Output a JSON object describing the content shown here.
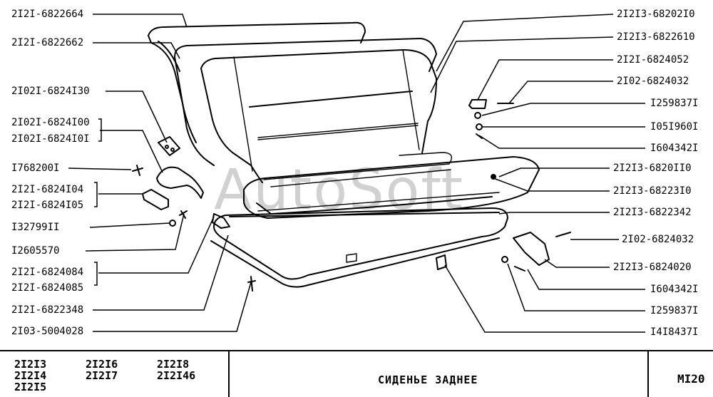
{
  "watermark": "AutoSoft",
  "labels_left": [
    {
      "id": "l1",
      "text": "2I2I-6822664"
    },
    {
      "id": "l2",
      "text": "2I2I-6822662"
    },
    {
      "id": "l3",
      "text": "2I02I-6824I30"
    },
    {
      "id": "l4",
      "text": "2I02I-6824I00"
    },
    {
      "id": "l5",
      "text": "2I02I-6824I0I"
    },
    {
      "id": "l6",
      "text": "I768200I"
    },
    {
      "id": "l7",
      "text": "2I2I-6824I04"
    },
    {
      "id": "l8",
      "text": "2I2I-6824I05"
    },
    {
      "id": "l9",
      "text": "I32799II"
    },
    {
      "id": "l10",
      "text": "I2605570"
    },
    {
      "id": "l11",
      "text": "2I2I-6824084"
    },
    {
      "id": "l12",
      "text": "2I2I-6824085"
    },
    {
      "id": "l13",
      "text": "2I2I-6822348"
    },
    {
      "id": "l14",
      "text": "2I03-5004028"
    }
  ],
  "labels_right": [
    {
      "id": "r1",
      "text": "2I2I3-68202I0"
    },
    {
      "id": "r2",
      "text": "2I2I3-6822610"
    },
    {
      "id": "r3",
      "text": "2I2I-6824052"
    },
    {
      "id": "r4",
      "text": "2I02-6824032"
    },
    {
      "id": "r5",
      "text": "I259837I"
    },
    {
      "id": "r6",
      "text": "I05I960I"
    },
    {
      "id": "r7",
      "text": "I604342I"
    },
    {
      "id": "r8",
      "text": "2I2I3-6820II0"
    },
    {
      "id": "r9",
      "text": "2I2I3-68223I0"
    },
    {
      "id": "r10",
      "text": "2I2I3-6822342"
    },
    {
      "id": "r11",
      "text": "2I02-6824032"
    },
    {
      "id": "r12",
      "text": "2I2I3-6824020"
    },
    {
      "id": "r13",
      "text": "I604342I"
    },
    {
      "id": "r14",
      "text": "I259837I"
    },
    {
      "id": "r15",
      "text": "I4I8437I"
    }
  ],
  "title_block": {
    "models": [
      "2I2I3",
      "2I2I4",
      "2I2I5",
      "2I2I6",
      "2I2I7",
      "2I2I8",
      "2I2I46"
    ],
    "title": "СИДЕНЬЕ  ЗАДНЕЕ",
    "page": "MI20"
  }
}
